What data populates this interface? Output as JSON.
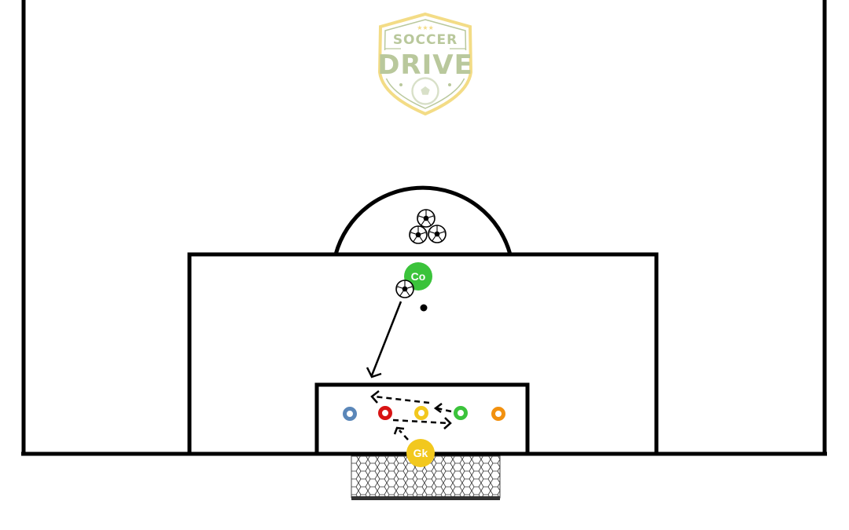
{
  "logo": {
    "top_text": "SOCCER",
    "main_text": "DRIVE",
    "stars": "★★★",
    "colors": {
      "text": "#b9c89c",
      "border": "#f3dc86"
    }
  },
  "players": {
    "coach": {
      "label": "Co",
      "color": "#3bc33b"
    },
    "goalkeeper": {
      "label": "Gk",
      "color": "#f2c81e"
    }
  },
  "cones": [
    {
      "color": "#5b87b9"
    },
    {
      "color": "#d81414"
    },
    {
      "color": "#f2c81e"
    },
    {
      "color": "#3bc33b"
    },
    {
      "color": "#f2910f"
    }
  ],
  "colors": {
    "lines": "#000000",
    "background": "#ffffff"
  },
  "icons": {
    "ball": "soccer-ball-icon",
    "goal": "goal-net-icon"
  }
}
